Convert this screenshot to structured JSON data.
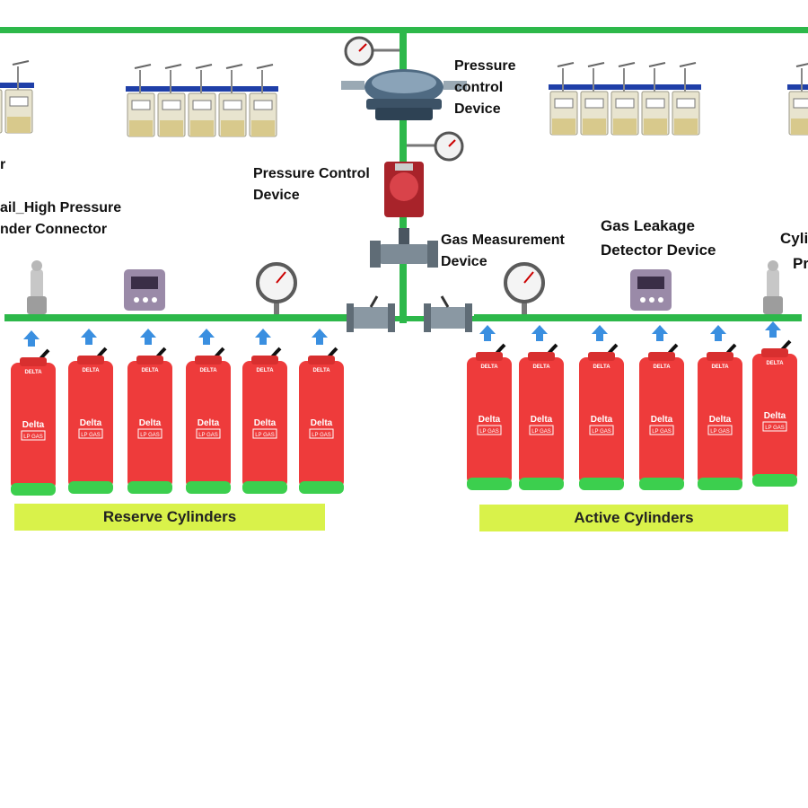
{
  "labels": {
    "pressure_control_top": [
      "Pressure",
      "control",
      "Device"
    ],
    "pressure_control_mid": [
      "Pressure Control",
      "Device"
    ],
    "gas_measurement": [
      "Gas Measurement",
      "Device"
    ],
    "gas_leakage": [
      "Gas Leakage",
      "Detector Device"
    ],
    "left_partial_1": "r",
    "left_partial_2": [
      "ail_High Pressure",
      "nder Connector"
    ],
    "right_partial": [
      "Cyli",
      "Pr"
    ]
  },
  "banners": {
    "reserve": "Reserve Cylinders",
    "active": "Active Cylinders"
  },
  "cylinder": {
    "brand_top": "DELTA",
    "brand_logo": "Delta",
    "product": "LP GAS"
  },
  "colors": {
    "pipe": "#2db84a",
    "cylinder": "#ee3b3b",
    "cylinder_base": "#3ccf4e",
    "banner": "#d9f24a",
    "arrow": "#3a8fe0",
    "manifold_blue": "#1f3fa8"
  }
}
